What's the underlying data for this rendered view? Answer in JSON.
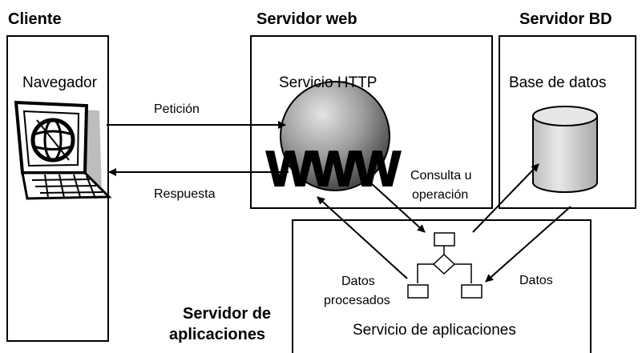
{
  "headers": {
    "cliente": "Cliente",
    "servidor_web": "Servidor web",
    "servidor_bd": "Servidor BD",
    "servidor_aplicaciones_line1": "Servidor de",
    "servidor_aplicaciones_line2": "aplicaciones"
  },
  "client": {
    "navegador": "Navegador",
    "icon": "computer-with-globe-icon"
  },
  "web_server": {
    "servicio_http": "Servicio HTTP",
    "www_text": "WWW",
    "icon": "www-globe-icon"
  },
  "db_server": {
    "base_de_datos": "Base de datos",
    "icon": "database-cylinder-icon"
  },
  "app_server": {
    "servicio_de_aplicaciones": "Servicio de aplicaciones",
    "icon": "flowchart-icon"
  },
  "arrows": {
    "peticion": "Petición",
    "respuesta": "Respuesta",
    "consulta_line1": "Consulta u",
    "consulta_line2": "operación",
    "datos": "Datos",
    "datos_procesados_line1": "Datos",
    "datos_procesados_line2": "procesados"
  },
  "colors": {
    "globe_gradient_light": "#d6d6d6",
    "globe_gradient_dark": "#5a5a5a",
    "screen_shadow": "#bdbdbd",
    "cylinder": "#d4d4d4"
  }
}
